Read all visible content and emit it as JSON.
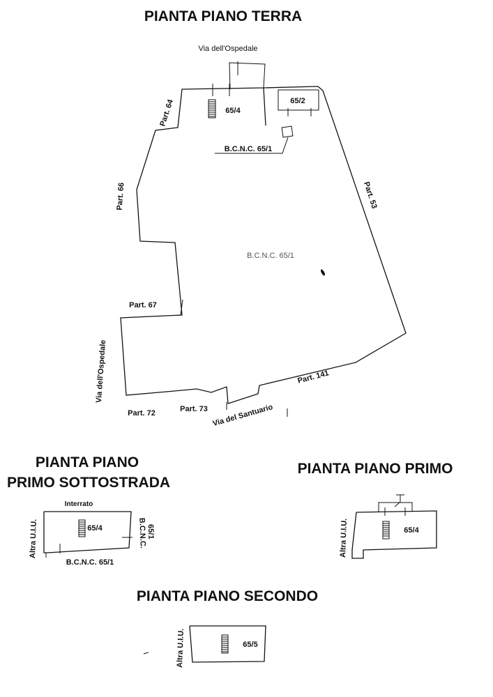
{
  "titles": {
    "ground_floor": "PIANTA PIANO TERRA",
    "basement_line1": "PIANTA PIANO",
    "basement_line2": "PRIMO SOTTOSTRADA",
    "first_floor": "PIANTA PIANO PRIMO",
    "second_floor": "PIANTA PIANO SECONDO"
  },
  "ground_floor": {
    "street_top": "Via dell'Ospedale",
    "street_left": "Via dell'Ospedale",
    "street_bottom": "Via del Santuario",
    "unit_a": "65/4",
    "unit_b": "65/2",
    "common_small": "B.C.N.C. 65/1",
    "common_main": "B.C.N.C. 65/1",
    "part_64": "Part. 64",
    "part_66": "Part. 66",
    "part_67": "Part. 67",
    "part_53": "Part. 53",
    "part_72": "Part. 72",
    "part_73": "Part. 73",
    "part_141": "Part. 141"
  },
  "basement": {
    "top_note": "Interrato",
    "unit": "65/4",
    "left_note": "Altra U.I.U.",
    "right_note_line1": "B.C.N.C.",
    "right_note_line2": "65/1",
    "bottom_note": "B.C.N.C. 65/1"
  },
  "first_floor": {
    "unit": "65/4",
    "left_note": "Altra U.I.U."
  },
  "second_floor": {
    "unit": "65/5",
    "left_note": "Altra U.I.U."
  }
}
